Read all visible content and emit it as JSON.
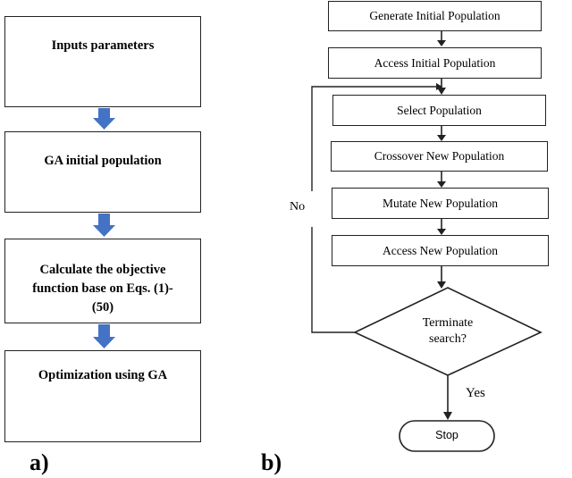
{
  "panel_a": {
    "label": "a)",
    "boxes": [
      {
        "text": "Inputs parameters"
      },
      {
        "text": "GA initial population"
      },
      {
        "text_lines": [
          "Calculate the objective",
          "function base on Eqs. (1)-",
          "(50)"
        ]
      },
      {
        "text": "Optimization using GA"
      }
    ],
    "arrow_color": "#4472C4"
  },
  "panel_b": {
    "label": "b)",
    "steps": [
      "Generate Initial Population",
      "Access Initial Population",
      "Select Population",
      "Crossover New Population",
      "Mutate New Population",
      "Access New Population"
    ],
    "decision": [
      "Terminate",
      "search?"
    ],
    "no_label": "No",
    "yes_label": "Yes",
    "end": "Stop"
  }
}
